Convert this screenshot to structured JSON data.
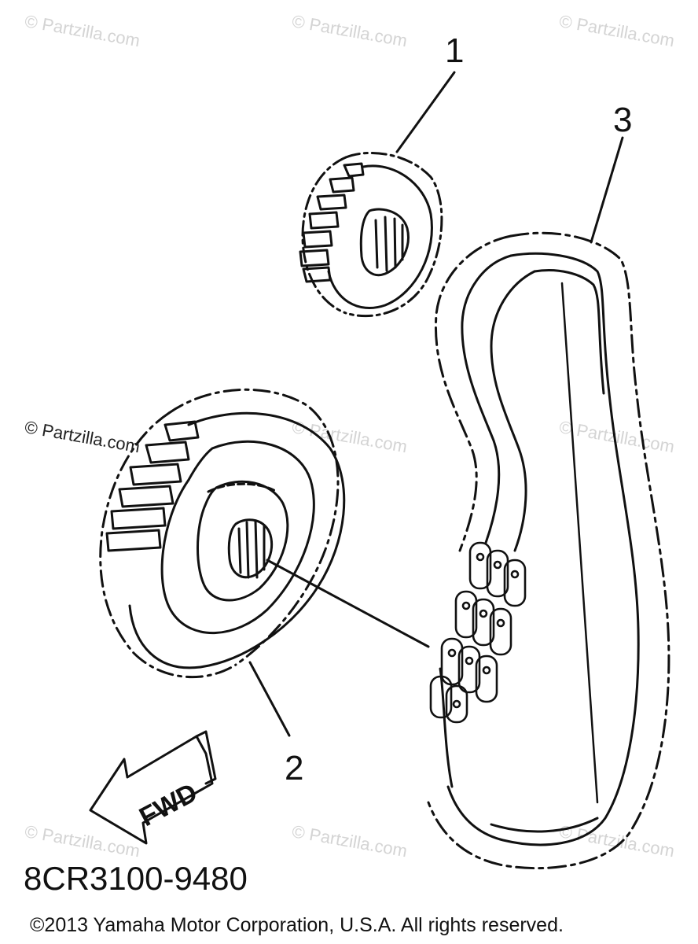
{
  "callouts": {
    "one": "1",
    "two": "2",
    "three": "3"
  },
  "direction_label": "FWD",
  "part_code": "8CR3100-9480",
  "copyright": "©2013 Yamaha Motor Corporation, U.S.A. All rights reserved.",
  "watermark": "© Partzilla.com",
  "colors": {
    "line": "#111111",
    "watermark": "#d4d4d4"
  }
}
